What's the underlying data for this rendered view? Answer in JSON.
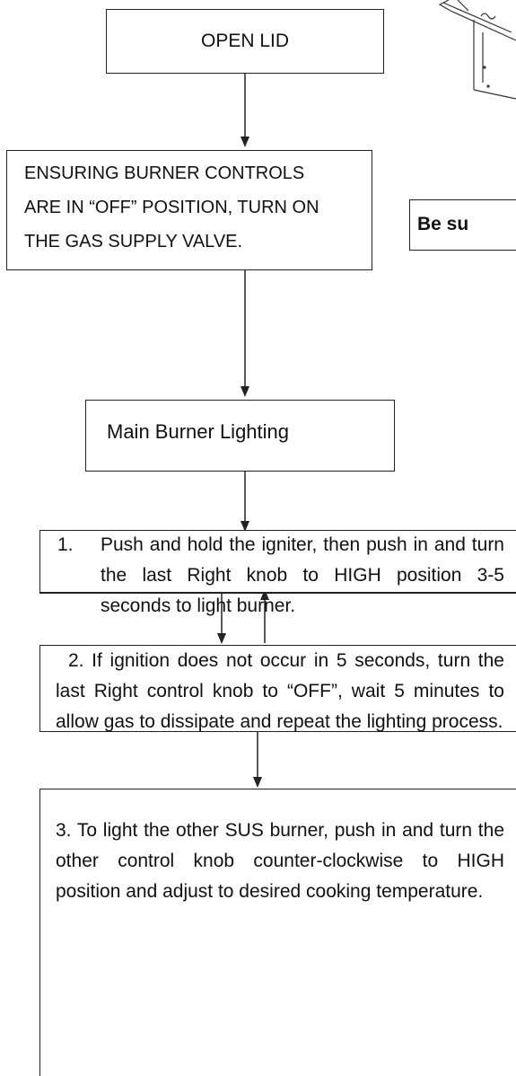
{
  "flowchart": {
    "open_lid": "OPEN LID",
    "gas_supply_line1": "ENSURING BURNER CONTROLS",
    "gas_supply_line2": "ARE IN “OFF” POSITION, TURN ON",
    "gas_supply_line3": "THE GAS SUPPLY VALVE.",
    "main_burner": "Main Burner Lighting",
    "step1_num": "1.",
    "step1_text": "Push and hold the igniter, then push in and turn the last Right knob to HIGH position 3-5 seconds to light burner.",
    "step2_text": "2.   If ignition does not occur in 5 seconds, turn the last Right control knob to “OFF”, wait 5 minutes to allow gas to dissipate and repeat the lighting process.",
    "step3_text": "3.   To light the other SUS burner, push in and turn the other control knob counter-clockwise to HIGH position and adjust to desired cooking temperature."
  },
  "side_note": "Be su"
}
